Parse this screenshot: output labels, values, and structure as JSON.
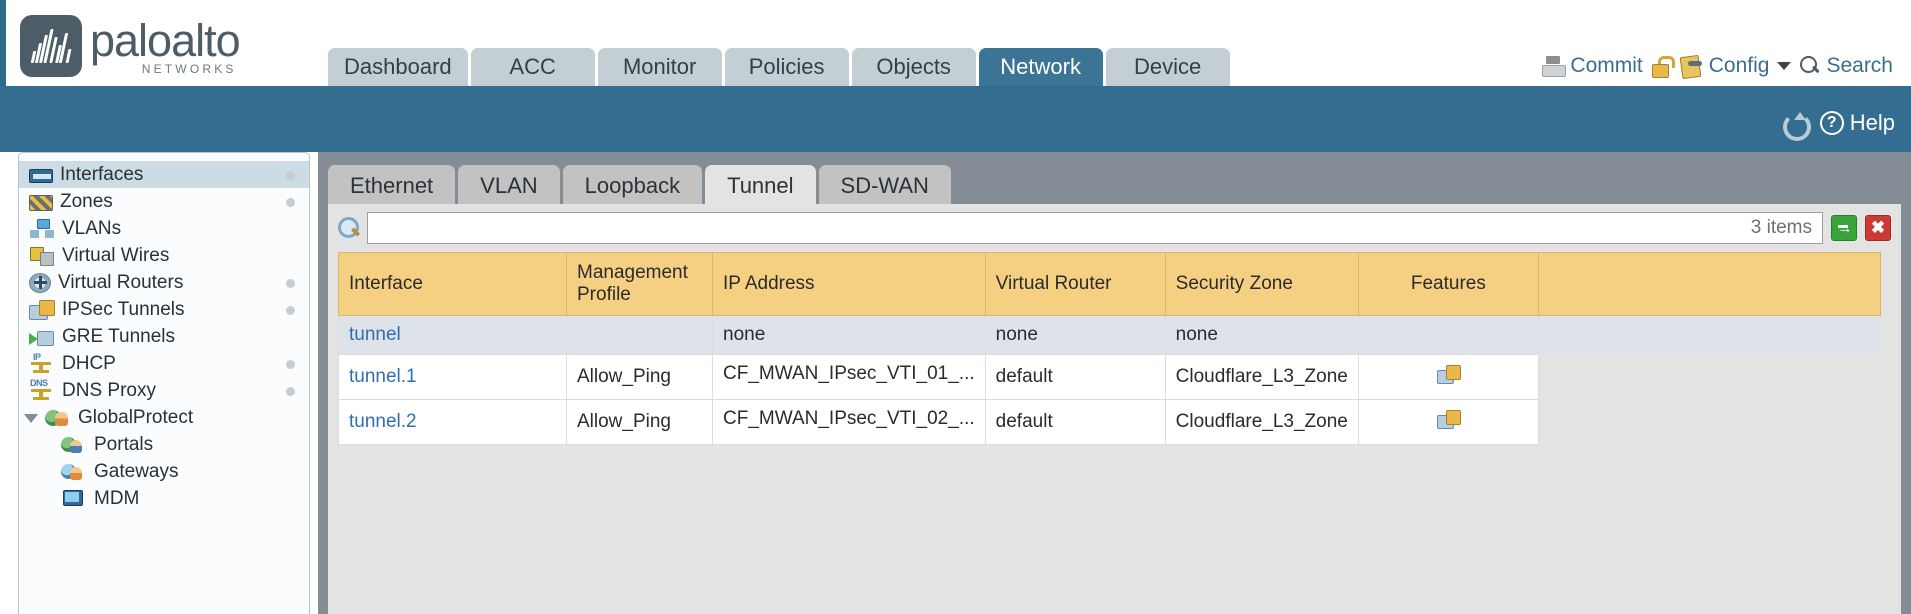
{
  "brand": {
    "name": "paloalto",
    "tagline": "NETWORKS"
  },
  "header": {
    "nav_tabs": [
      {
        "label": "Dashboard",
        "active": false
      },
      {
        "label": "ACC",
        "active": false
      },
      {
        "label": "Monitor",
        "active": false
      },
      {
        "label": "Policies",
        "active": false
      },
      {
        "label": "Objects",
        "active": false
      },
      {
        "label": "Network",
        "active": true
      },
      {
        "label": "Device",
        "active": false
      }
    ],
    "actions": {
      "commit": "Commit",
      "config": "Config",
      "search": "Search"
    },
    "icons": {
      "commit": "commit-icon",
      "lock": "unlock-icon",
      "config": "config-key-icon",
      "search": "search-icon"
    }
  },
  "band": {
    "help_label": "Help",
    "help_glyph": "?",
    "refresh_icon": "refresh-icon"
  },
  "sidebar": {
    "items": [
      {
        "label": "Interfaces",
        "icon": "interfaces-icon",
        "selected": true,
        "dot": true,
        "child": false,
        "expander": false
      },
      {
        "label": "Zones",
        "icon": "zones-icon",
        "selected": false,
        "dot": true,
        "child": false,
        "expander": false
      },
      {
        "label": "VLANs",
        "icon": "vlans-icon",
        "selected": false,
        "dot": false,
        "child": false,
        "expander": false
      },
      {
        "label": "Virtual Wires",
        "icon": "virtual-wires-icon",
        "selected": false,
        "dot": false,
        "child": false,
        "expander": false
      },
      {
        "label": "Virtual Routers",
        "icon": "virtual-routers-icon",
        "selected": false,
        "dot": true,
        "child": false,
        "expander": false
      },
      {
        "label": "IPSec Tunnels",
        "icon": "ipsec-tunnels-icon",
        "selected": false,
        "dot": true,
        "child": false,
        "expander": false
      },
      {
        "label": "GRE Tunnels",
        "icon": "gre-tunnels-icon",
        "selected": false,
        "dot": false,
        "child": false,
        "expander": false
      },
      {
        "label": "DHCP",
        "icon": "dhcp-icon",
        "selected": false,
        "dot": true,
        "child": false,
        "expander": false
      },
      {
        "label": "DNS Proxy",
        "icon": "dns-proxy-icon",
        "selected": false,
        "dot": true,
        "child": false,
        "expander": false
      },
      {
        "label": "GlobalProtect",
        "icon": "globalprotect-icon",
        "selected": false,
        "dot": false,
        "child": false,
        "expander": true
      },
      {
        "label": "Portals",
        "icon": "portals-icon",
        "selected": false,
        "dot": false,
        "child": true,
        "expander": false
      },
      {
        "label": "Gateways",
        "icon": "gateways-icon",
        "selected": false,
        "dot": false,
        "child": true,
        "expander": false
      },
      {
        "label": "MDM",
        "icon": "mdm-icon",
        "selected": false,
        "dot": false,
        "child": true,
        "expander": false
      }
    ]
  },
  "content": {
    "subtabs": [
      {
        "label": "Ethernet",
        "active": false
      },
      {
        "label": "VLAN",
        "active": false
      },
      {
        "label": "Loopback",
        "active": false
      },
      {
        "label": "Tunnel",
        "active": true
      },
      {
        "label": "SD-WAN",
        "active": false
      }
    ],
    "search": {
      "value": "",
      "placeholder": "",
      "item_count": "3 items",
      "go_glyph": "→",
      "clear_glyph": "✖"
    },
    "table": {
      "columns": [
        "Interface",
        "Management Profile",
        "IP Address",
        "Virtual Router",
        "Security Zone",
        "Features"
      ],
      "rows": [
        {
          "group": true,
          "interface": "tunnel",
          "mgmt_profile": "",
          "ip_address": "none",
          "virtual_router": "none",
          "security_zone": "none",
          "feature_icon": ""
        },
        {
          "group": false,
          "interface": "tunnel.1",
          "mgmt_profile": "Allow_Ping",
          "ip_address": "CF_MWAN_IPsec_VTI_01_...",
          "virtual_router": "default",
          "security_zone": "Cloudflare_L3_Zone",
          "feature_icon": "ipsec-feature-icon"
        },
        {
          "group": false,
          "interface": "tunnel.2",
          "mgmt_profile": "Allow_Ping",
          "ip_address": "CF_MWAN_IPsec_VTI_02_...",
          "virtual_router": "default",
          "security_zone": "Cloudflare_L3_Zone",
          "feature_icon": "ipsec-feature-icon"
        }
      ]
    }
  },
  "colors": {
    "brand_slate": "#4d5d68",
    "band_blue": "#336d8f",
    "active_tab": "#3b7494",
    "table_header_amber": "#f5d083",
    "link_blue": "#2f6fae",
    "panel_gray": "#848d96"
  }
}
